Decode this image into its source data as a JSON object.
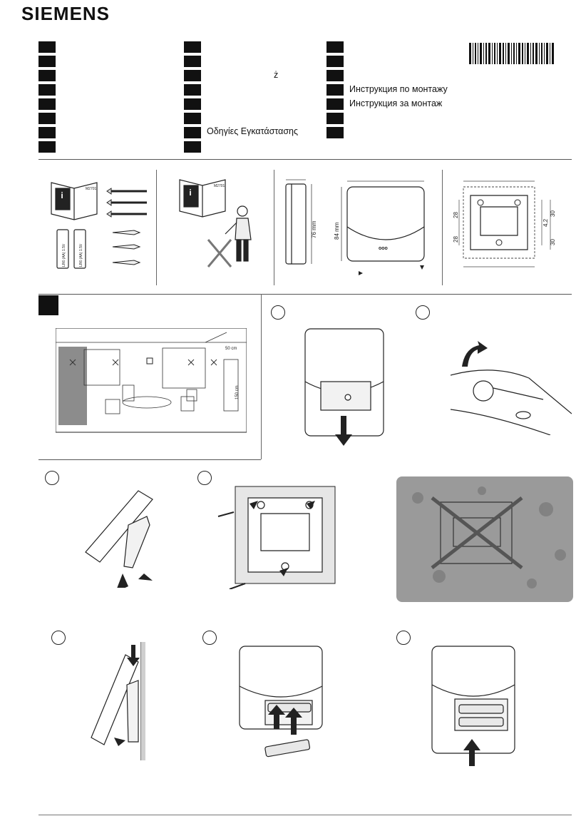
{
  "header": {
    "brand": "SIEMENS"
  },
  "languages": {
    "col2_char": "ż",
    "col2_greek": "Οδηγίες Εγκατάστασης",
    "col3_ru": "Инструкция по монтажу",
    "col3_bg": "Инструкция за монтаж"
  },
  "package": {
    "doc_code": "M2701",
    "battery_label": "LR6 (AA) 1.5V"
  },
  "dimensions": {
    "depth": "76 mm",
    "height": "84 mm",
    "base_a": "28",
    "base_b": "28",
    "base_c": "30",
    "base_d": "4,2",
    "base_e": "30"
  },
  "room": {
    "distance": "50 cm",
    "height": "150 cm"
  },
  "colors": {
    "ink": "#111111",
    "stone": "#9a9a9a"
  },
  "icons": [
    "info-icon",
    "screw-icon",
    "dowel-icon",
    "battery-icon",
    "arrow-icon",
    "cross-icon"
  ]
}
